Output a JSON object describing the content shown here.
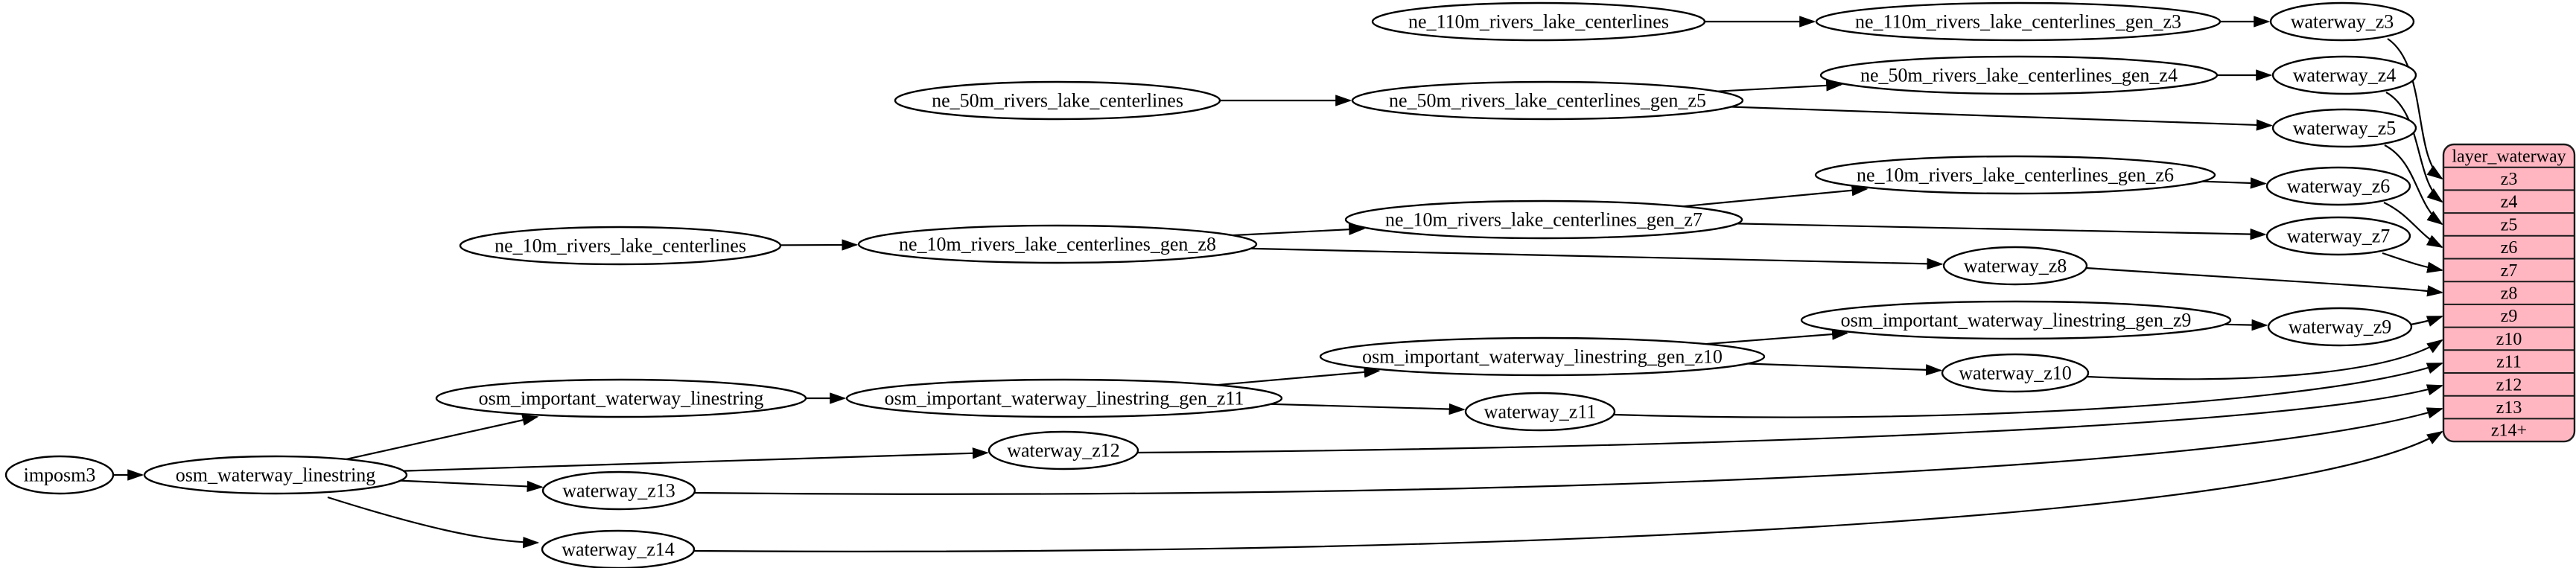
{
  "diagram": {
    "colors": {
      "background": "#ffffff",
      "node_fill": "#ffffff",
      "node_stroke": "#000000",
      "edge": "#000000",
      "record_fill": "#ffb6c1",
      "record_stroke": "#1a1a1a",
      "text": "#000000"
    },
    "nodes": [
      {
        "id": "imposm3",
        "label": "imposm3"
      },
      {
        "id": "osm_waterway_linestring",
        "label": "osm_waterway_linestring"
      },
      {
        "id": "osm_important_waterway_linestring",
        "label": "osm_important_waterway_linestring"
      },
      {
        "id": "osm_important_waterway_linestring_gen_z11",
        "label": "osm_important_waterway_linestring_gen_z11"
      },
      {
        "id": "osm_important_waterway_linestring_gen_z10",
        "label": "osm_important_waterway_linestring_gen_z10"
      },
      {
        "id": "osm_important_waterway_linestring_gen_z9",
        "label": "osm_important_waterway_linestring_gen_z9"
      },
      {
        "id": "waterway_z9",
        "label": "waterway_z9"
      },
      {
        "id": "waterway_z10",
        "label": "waterway_z10"
      },
      {
        "id": "waterway_z11",
        "label": "waterway_z11"
      },
      {
        "id": "waterway_z12",
        "label": "waterway_z12"
      },
      {
        "id": "waterway_z13",
        "label": "waterway_z13"
      },
      {
        "id": "waterway_z14",
        "label": "waterway_z14"
      },
      {
        "id": "ne_10m_rivers_lake_centerlines",
        "label": "ne_10m_rivers_lake_centerlines"
      },
      {
        "id": "ne_10m_rivers_lake_centerlines_gen_z8",
        "label": "ne_10m_rivers_lake_centerlines_gen_z8"
      },
      {
        "id": "ne_10m_rivers_lake_centerlines_gen_z7",
        "label": "ne_10m_rivers_lake_centerlines_gen_z7"
      },
      {
        "id": "ne_10m_rivers_lake_centerlines_gen_z6",
        "label": "ne_10m_rivers_lake_centerlines_gen_z6"
      },
      {
        "id": "waterway_z6",
        "label": "waterway_z6"
      },
      {
        "id": "waterway_z7",
        "label": "waterway_z7"
      },
      {
        "id": "waterway_z8",
        "label": "waterway_z8"
      },
      {
        "id": "ne_50m_rivers_lake_centerlines",
        "label": "ne_50m_rivers_lake_centerlines"
      },
      {
        "id": "ne_50m_rivers_lake_centerlines_gen_z5",
        "label": "ne_50m_rivers_lake_centerlines_gen_z5"
      },
      {
        "id": "ne_50m_rivers_lake_centerlines_gen_z4",
        "label": "ne_50m_rivers_lake_centerlines_gen_z4"
      },
      {
        "id": "waterway_z4",
        "label": "waterway_z4"
      },
      {
        "id": "waterway_z5",
        "label": "waterway_z5"
      },
      {
        "id": "ne_110m_rivers_lake_centerlines",
        "label": "ne_110m_rivers_lake_centerlines"
      },
      {
        "id": "ne_110m_rivers_lake_centerlines_gen_z3",
        "label": "ne_110m_rivers_lake_centerlines_gen_z3"
      },
      {
        "id": "waterway_z3",
        "label": "waterway_z3"
      }
    ],
    "record": {
      "id": "layer_waterway",
      "title": "layer_waterway",
      "rows": [
        "z3",
        "z4",
        "z5",
        "z6",
        "z7",
        "z8",
        "z9",
        "z10",
        "z11",
        "z12",
        "z13",
        "z14+"
      ]
    },
    "edges": [
      {
        "from": "imposm3",
        "to": "osm_waterway_linestring"
      },
      {
        "from": "osm_waterway_linestring",
        "to": "osm_important_waterway_linestring"
      },
      {
        "from": "osm_waterway_linestring",
        "to": "waterway_z12"
      },
      {
        "from": "osm_waterway_linestring",
        "to": "waterway_z13"
      },
      {
        "from": "osm_waterway_linestring",
        "to": "waterway_z14"
      },
      {
        "from": "osm_important_waterway_linestring",
        "to": "osm_important_waterway_linestring_gen_z11"
      },
      {
        "from": "osm_important_waterway_linestring_gen_z11",
        "to": "osm_important_waterway_linestring_gen_z10"
      },
      {
        "from": "osm_important_waterway_linestring_gen_z11",
        "to": "waterway_z11"
      },
      {
        "from": "osm_important_waterway_linestring_gen_z10",
        "to": "osm_important_waterway_linestring_gen_z9"
      },
      {
        "from": "osm_important_waterway_linestring_gen_z10",
        "to": "waterway_z10"
      },
      {
        "from": "osm_important_waterway_linestring_gen_z9",
        "to": "waterway_z9"
      },
      {
        "from": "ne_10m_rivers_lake_centerlines",
        "to": "ne_10m_rivers_lake_centerlines_gen_z8"
      },
      {
        "from": "ne_10m_rivers_lake_centerlines_gen_z8",
        "to": "ne_10m_rivers_lake_centerlines_gen_z7"
      },
      {
        "from": "ne_10m_rivers_lake_centerlines_gen_z8",
        "to": "waterway_z8"
      },
      {
        "from": "ne_10m_rivers_lake_centerlines_gen_z7",
        "to": "ne_10m_rivers_lake_centerlines_gen_z6"
      },
      {
        "from": "ne_10m_rivers_lake_centerlines_gen_z7",
        "to": "waterway_z7"
      },
      {
        "from": "ne_10m_rivers_lake_centerlines_gen_z6",
        "to": "waterway_z6"
      },
      {
        "from": "ne_50m_rivers_lake_centerlines",
        "to": "ne_50m_rivers_lake_centerlines_gen_z5"
      },
      {
        "from": "ne_50m_rivers_lake_centerlines_gen_z5",
        "to": "ne_50m_rivers_lake_centerlines_gen_z4"
      },
      {
        "from": "ne_50m_rivers_lake_centerlines_gen_z5",
        "to": "waterway_z5"
      },
      {
        "from": "ne_50m_rivers_lake_centerlines_gen_z4",
        "to": "waterway_z4"
      },
      {
        "from": "ne_110m_rivers_lake_centerlines",
        "to": "ne_110m_rivers_lake_centerlines_gen_z3"
      },
      {
        "from": "ne_110m_rivers_lake_centerlines_gen_z3",
        "to": "waterway_z3"
      },
      {
        "from": "waterway_z3",
        "to": "layer_waterway.z3"
      },
      {
        "from": "waterway_z4",
        "to": "layer_waterway.z4"
      },
      {
        "from": "waterway_z5",
        "to": "layer_waterway.z5"
      },
      {
        "from": "waterway_z6",
        "to": "layer_waterway.z6"
      },
      {
        "from": "waterway_z7",
        "to": "layer_waterway.z7"
      },
      {
        "from": "waterway_z8",
        "to": "layer_waterway.z8"
      },
      {
        "from": "waterway_z9",
        "to": "layer_waterway.z9"
      },
      {
        "from": "waterway_z10",
        "to": "layer_waterway.z10"
      },
      {
        "from": "waterway_z11",
        "to": "layer_waterway.z11"
      },
      {
        "from": "waterway_z12",
        "to": "layer_waterway.z12"
      },
      {
        "from": "waterway_z13",
        "to": "layer_waterway.z13"
      },
      {
        "from": "waterway_z14",
        "to": "layer_waterway.z14+"
      }
    ]
  }
}
